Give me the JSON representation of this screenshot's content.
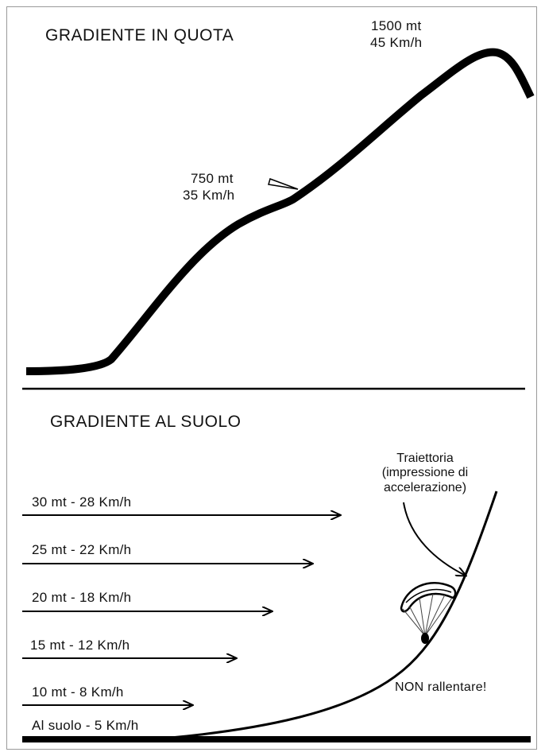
{
  "top_section": {
    "title": "GRADIENTE IN QUOTA",
    "peak_altitude": "1500 mt",
    "peak_speed": "45 Km/h",
    "mid_altitude": "750 mt",
    "mid_speed": "35 Km/h"
  },
  "bottom_section": {
    "title": "GRADIENTE AL SUOLO",
    "wind_levels": [
      "30 mt - 28 Km/h",
      "25 mt - 22 Km/h",
      "20 mt - 18 Km/h",
      "15 mt - 12 Km/h",
      "10 mt - 8 Km/h",
      "Al suolo - 5 Km/h"
    ],
    "trajectory_line1": "Traiettoria",
    "trajectory_line2": "(impressione di",
    "trajectory_line3": "accelerazione)",
    "warning": "NON rallentare!"
  }
}
